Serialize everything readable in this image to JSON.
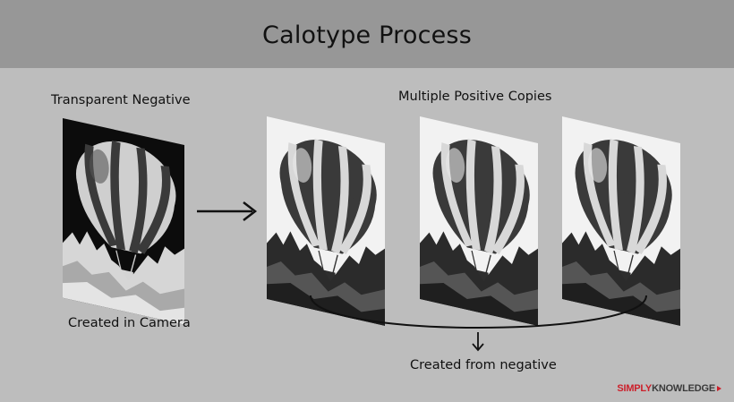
{
  "title": "Calotype Process",
  "labels": {
    "negative_top": "Transparent Negative",
    "positives_top": "Multiple Positive Copies",
    "negative_bottom": "Created in Camera",
    "positives_bottom": "Created from negative"
  },
  "brand": {
    "part1": "SIMPLY",
    "part2": "KNOWLEDGE"
  },
  "colors": {
    "background": "#bdbdbd",
    "banner": "#979797",
    "brand_red": "#cc1f2a"
  },
  "images": [
    {
      "name": "negative-balloon-image",
      "variant": "negative"
    },
    {
      "name": "positive-balloon-image-1",
      "variant": "positive"
    },
    {
      "name": "positive-balloon-image-2",
      "variant": "positive"
    },
    {
      "name": "positive-balloon-image-3",
      "variant": "positive"
    }
  ]
}
